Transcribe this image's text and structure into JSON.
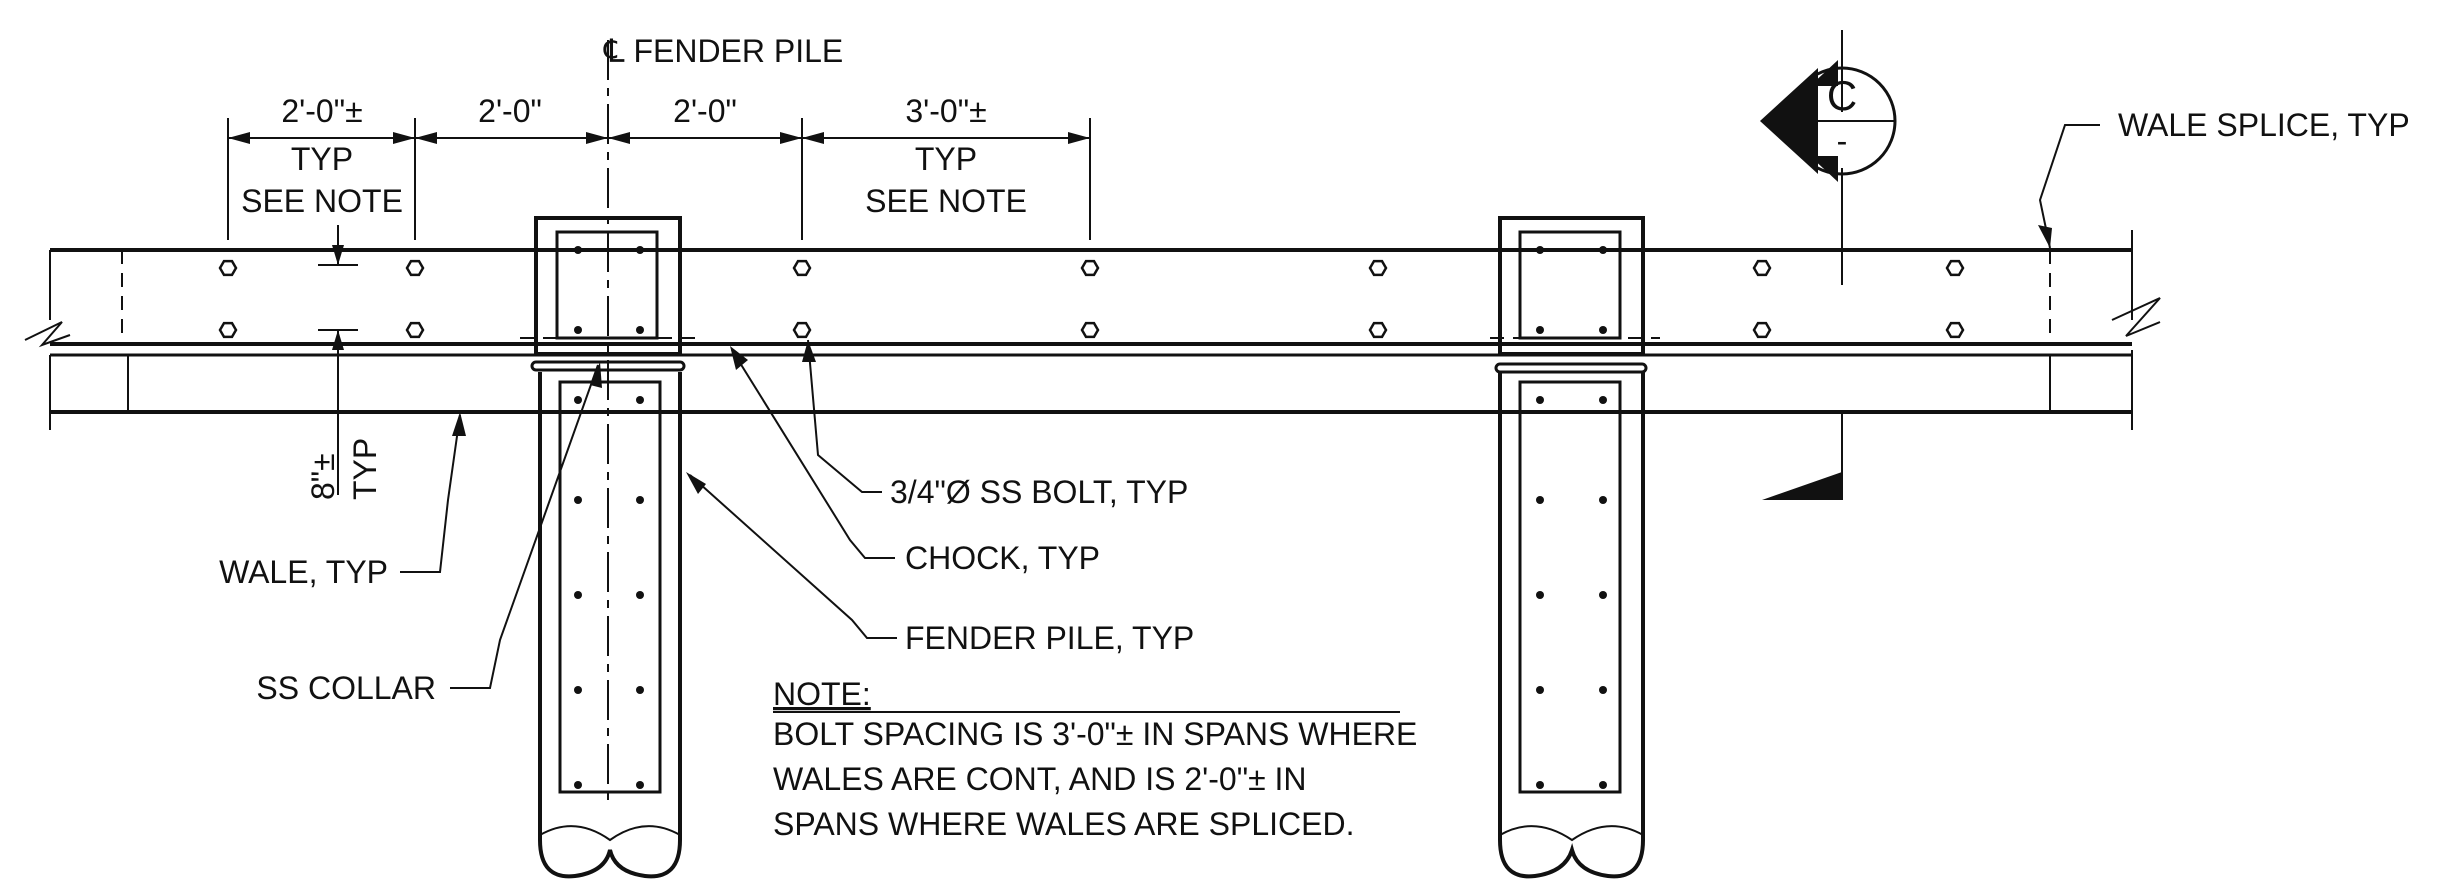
{
  "title": "℄ FENDER PILE",
  "dimensions": [
    {
      "text": "2'-0\"±",
      "sub1": "TYP",
      "sub2": "SEE NOTE"
    },
    {
      "text": "2'-0\""
    },
    {
      "text": "2'-0\""
    },
    {
      "text": "3'-0\"±",
      "sub1": "TYP",
      "sub2": "SEE NOTE"
    }
  ],
  "vertical_dim": {
    "text": "8\"±",
    "sub": "TYP"
  },
  "section_marker": {
    "letter": "C",
    "sheet": "-"
  },
  "callouts": {
    "wale_splice": "WALE SPLICE, TYP",
    "bolt": "3/4\"Ø SS BOLT, TYP",
    "chock": "CHOCK, TYP",
    "fender_pile": "FENDER PILE, TYP",
    "wale": "WALE, TYP",
    "ss_collar": "SS COLLAR"
  },
  "note": {
    "heading": "NOTE:",
    "lines": [
      "BOLT SPACING IS 3'-0\"± IN SPANS WHERE",
      "WALES ARE CONT, AND IS 2'-0\"± IN",
      "SPANS WHERE WALES ARE SPLICED."
    ]
  }
}
